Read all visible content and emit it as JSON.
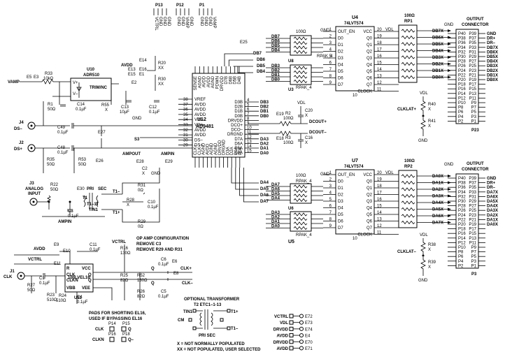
{
  "top_headers": [
    {
      "ref": "P13",
      "pins": [
        "VCTRL",
        "GND",
        "GND",
        "GND"
      ]
    },
    {
      "ref": "P12",
      "pins": [
        "GND",
        "GND",
        "VAMP",
        "GND"
      ]
    },
    {
      "ref": "P1",
      "pins": [
        "GND",
        "GND",
        "GND",
        "VAMP"
      ]
    }
  ],
  "u4": {
    "ref": "U4",
    "part": "74LVT574",
    "left_pins": [
      "OUT_EN",
      "D0",
      "D1",
      "D2",
      "D3",
      "D4",
      "D5",
      "D6",
      "D7"
    ],
    "left_nums": [
      "1",
      "2",
      "3",
      "4",
      "5",
      "6",
      "7",
      "8",
      "9"
    ],
    "right_pins": [
      "VCC",
      "Q0",
      "Q1",
      "Q2",
      "Q3",
      "Q4",
      "Q5",
      "Q6",
      "Q7",
      "CLOCK"
    ],
    "right_nums": [
      "20",
      "19",
      "18",
      "17",
      "16",
      "15",
      "14",
      "13",
      "12",
      "11"
    ],
    "gnd_pin": "10",
    "vdl": "VDL",
    "gnd": "GND",
    "clock_net": "CLKLAT+"
  },
  "u5": {
    "ref": "U5",
    "part": "74LVT574",
    "u7_ref": "U7",
    "left_pins": [
      "OUT_EN",
      "D0",
      "D1",
      "D2",
      "D3",
      "D4",
      "D5",
      "D6",
      "D7"
    ],
    "left_nums": [
      "1",
      "2",
      "3",
      "4",
      "5",
      "6",
      "7",
      "8",
      "9"
    ],
    "right_pins": [
      "VCC",
      "Q0",
      "Q1",
      "Q2",
      "Q3",
      "Q4",
      "Q5",
      "Q6",
      "Q7",
      "CLOCK"
    ],
    "right_nums": [
      "20",
      "19",
      "18",
      "17",
      "16",
      "15",
      "14",
      "13",
      "12",
      "11"
    ],
    "gnd_pin": "10",
    "vdl": "VDL",
    "gnd": "GND",
    "clock_net": "CLKLAT–"
  },
  "rpak_top": {
    "value": "100Ω",
    "ref1": "RPAK_4",
    "ref2": "RPAK_4",
    "u": "U8",
    "u3": "U3",
    "nets": [
      "DB7",
      "DB6",
      "DB5",
      "DB4",
      "DB3",
      "DB2",
      "DB1",
      "DB0"
    ]
  },
  "rpak_bot": {
    "value": "100Ω",
    "ref1": "RPAK_4",
    "ref2": "RPAK_4",
    "u": "U6",
    "nets": [
      "DA7",
      "DA6",
      "DA5",
      "DA4",
      "DA3",
      "DA2",
      "DA1",
      "DA0"
    ]
  },
  "rp1": {
    "ref": "RP1",
    "value": "100Ω",
    "outs": [
      "DB7X",
      "DB6X",
      "DB5X",
      "DB4X",
      "DB3X",
      "DB2X",
      "DB1X",
      "DB0X"
    ]
  },
  "rp2": {
    "ref": "RP2",
    "value": "100Ω",
    "outs": [
      "DA0X",
      "DA1X",
      "DA2X",
      "DA3X",
      "DA4X",
      "DA5X",
      "DA6X",
      "DA7X"
    ]
  },
  "r40": {
    "ref": "R40",
    "value": "X",
    "r41": "R41",
    "r41v": "X",
    "vdl": "VDL",
    "gnd": "GND"
  },
  "r38": {
    "ref": "R38",
    "value": "X",
    "r39": "R39",
    "r39v": "X",
    "vdl": "VDL",
    "gnd": "GND"
  },
  "p23": {
    "ref": "P23",
    "title1": "OUTPUT",
    "title2": "CONNECTOR",
    "left": [
      "P40",
      "P38",
      "P36",
      "P34",
      "P32",
      "P30",
      "P28",
      "P26",
      "P24",
      "P22",
      "P20",
      "P18",
      "P16",
      "P14",
      "P12",
      "P10",
      "P8",
      "P6",
      "P4",
      "P2"
    ],
    "right": [
      "P39",
      "P37",
      "P35",
      "P33",
      "P31",
      "P29",
      "P27",
      "P25",
      "P23",
      "P21",
      "P19",
      "P17",
      "P15",
      "P13",
      "P11",
      "P9",
      "P7",
      "P5",
      "P3",
      "P1"
    ],
    "nets": [
      "GND",
      "DR+",
      "DR–",
      "DB7X",
      "DB6X",
      "DB5X",
      "DB4X",
      "DB3X",
      "DB2X",
      "DB1X",
      "DB0X"
    ],
    "gnd": "GND"
  },
  "p3": {
    "ref": "P3",
    "title1": "OUTPUT",
    "title2": "CONNECTOR",
    "left": [
      "P40",
      "P38",
      "P36",
      "P34",
      "P32",
      "P30",
      "P28",
      "P26",
      "P24",
      "P22",
      "P20",
      "P18",
      "P16",
      "P14",
      "P12",
      "P10",
      "P8",
      "P6",
      "P4",
      "P2"
    ],
    "right": [
      "P39",
      "P37",
      "P35",
      "P33",
      "P31",
      "P29",
      "P27",
      "P25",
      "P23",
      "P21",
      "P19",
      "P17",
      "P15",
      "P13",
      "P11",
      "P9",
      "P7",
      "P5",
      "P3",
      "P1"
    ],
    "nets": [
      "GND",
      "DR+",
      "DR–",
      "DA7X",
      "DA6X",
      "DA5X",
      "DA4X",
      "DA3X",
      "DA2X",
      "DA1X",
      "DA0X"
    ],
    "gnd": "GND"
  },
  "u12": {
    "ref": "U12",
    "part": "AD9481",
    "left_pins": [
      "VREF",
      "AVDD",
      "AVDD",
      "AVDD",
      "VIN–",
      "VIN+",
      "AVDD",
      "AVDD",
      "DS–",
      "DS+"
    ],
    "left_nums": [
      "38",
      "37",
      "36",
      "35",
      "34",
      "33",
      "32",
      "31",
      "30",
      "29"
    ],
    "right_pins": [
      "D3B",
      "D2B",
      "D1B",
      "D0B",
      "DRVDD",
      "DCO+",
      "DCO–",
      "DRGND",
      "D7A",
      "D6A",
      "D5A",
      "D4A"
    ],
    "right_nums": [
      "4",
      "5",
      "6",
      "7",
      "8",
      "9",
      "10",
      "11",
      "12",
      "13",
      "14",
      "15"
    ],
    "top_pins": [
      "SENSE",
      "AGND",
      "AVDD",
      "AVDD",
      "AGND",
      "PDWN",
      "DRVDD",
      "D7B",
      "D6B",
      "D5B",
      "D4B"
    ],
    "bottom_pins": [
      "CLK+",
      "CLK–",
      "AGND",
      "AVDD",
      "AGND",
      "AGND",
      "DRVDD",
      "DRGND",
      "D3A",
      "D2A",
      "D1A",
      "D0A"
    ],
    "dbout": [
      "DB3",
      "DB2",
      "DB1",
      "DB0"
    ],
    "daout": [
      "DA3",
      "DA2",
      "DA1",
      "DA0"
    ]
  },
  "u10": {
    "ref": "U10",
    "part": "ADR510",
    "trim": "TRIM/NC",
    "vp": "V+",
    "vm": "V–"
  },
  "left_labels": {
    "vamp": "VAMP",
    "e5": "E5",
    "e3": "E3",
    "r33": "R33",
    "r33v": "10kΩ",
    "c14": "C14",
    "c14v": "0.1µF",
    "r55": "R55",
    "r55v": "X",
    "avdd": "AVDD",
    "e14": "E14",
    "e13": "E13",
    "e16": "E16",
    "e15": "E15",
    "e1": "E1",
    "e2": "E2",
    "r20": "R20",
    "r20v": "XX",
    "r30": "R30",
    "r30v": "XX",
    "c13": "C13",
    "c13v": "10µF",
    "c12": "C12",
    "c12v": "0.1µF",
    "gnd": "GND",
    "r1": "R1",
    "r1v": "50Ω",
    "j4": "J4",
    "ds_minus": "DS–",
    "c49": "C49",
    "c49v": "0.1µF",
    "s3": "S3",
    "e27": "E27",
    "j2": "J2",
    "ds_plus": "DS+",
    "c48": "C48",
    "c48v": "0.1µF",
    "r35": "R35",
    "r35v": "50Ω",
    "r53": "R53",
    "r53v": "50Ω",
    "e26": "E26",
    "ampout": "AMPOUT",
    "e28": "E28",
    "ampin": "AMPIN",
    "e29": "E29",
    "x": "X",
    "c2": "C2",
    "c2v": "X",
    "j3": "J3",
    "analog_input": "ANALOG",
    "input": "INPUT",
    "r22": "R22",
    "r22v": "50Ω",
    "c3": "C3",
    "c3v": "0.1µF",
    "e30": "E30",
    "pri": "PRI",
    "sec": "SEC",
    "t1": "T1",
    "t1p": "T1–1T",
    "tin1": "TIN1",
    "r31": "R31",
    "r31v": "0Ω",
    "r28": "R28",
    "r28v": "X",
    "r29": "R29",
    "r29v": "0Ω",
    "c10": "C10",
    "c10v": "0.1µF",
    "tminus": "T1–",
    "tplus": "T1+"
  },
  "note1": [
    "OP AMP CONFIGURATION",
    "REMOVE C3",
    "REMOVE R29 AND R31"
  ],
  "u11": {
    "ref": "U11",
    "part": "100LVEL16",
    "avdd": "AVDD",
    "vctrl": "VCTRL",
    "e9": "E9",
    "e10": "E10",
    "e11": "E11",
    "c11": "C11",
    "c11v": "0.1µF",
    "j1": "J1",
    "clk": "CLK",
    "r27": "R27",
    "r27v": "50Ω",
    "c1": "C1",
    "c1v": "0.1µF",
    "r23": "R23",
    "r23v": "510Ω",
    "r24": "R24",
    "r24v": "510Ω",
    "c4": "C4",
    "c4v": "0.1µF",
    "r16": "R16",
    "r16v": "130Ω",
    "r25": "R25",
    "r25v": "82Ω",
    "r52": "R52",
    "r52v": "130Ω",
    "r26": "R26",
    "r26v": "82Ω",
    "c6": "C6",
    "c6v": "0.1µF",
    "c5": "C5",
    "c5v": "0.1µF",
    "e6": "E6",
    "e8": "E8",
    "clkp": "CLK+",
    "clkm": "CLK–",
    "q": "Q",
    "qbar": "Q",
    "pins_left": [
      "R",
      "CLK",
      "CLKN",
      "VBB"
    ],
    "pins_right": [
      "VCC",
      "Q",
      "Q",
      "VEE"
    ]
  },
  "note2": [
    "PADS FOR SHORTING EL16,",
    "USED IF BYPASSING EL16"
  ],
  "pads": {
    "p14": "P14",
    "p15": "P15",
    "p16": "P16",
    "p18": "P18",
    "clk": "CLK",
    "clkn": "CLKN",
    "q": "Q",
    "qn": "Q–"
  },
  "note3": [
    "OPTIONAL TRANSFORMER",
    "T2 ETC1–1-13"
  ],
  "t2": {
    "tin1": "TIN1",
    "cm": "CM",
    "t1p": "T1+",
    "t1m": "T1–",
    "pri_sec": "PRI SEC"
  },
  "legend": [
    "X = NOT NORMALLY POPULATED",
    "XX = NOT POPULATED, USER SELECTED"
  ],
  "r2": {
    "ref": "R2",
    "value": "100Ω",
    "c20": "C20",
    "c20v": "X",
    "e19": "E19",
    "vdl": "VDL",
    "dcoplus": "DCOUT+"
  },
  "r3": {
    "ref": "R3",
    "value": "100Ω",
    "c16": "C16",
    "c16v": "X",
    "e18": "E18",
    "dcominus": "DCOUT–"
  },
  "u12_misc": {
    "e25": "E25",
    "db7": "DB7",
    "db6": "DB6",
    "db5": "DB5",
    "db4": "DB4",
    "da4": "DA4",
    "da5": "DA5",
    "da6": "DA6",
    "da7": "DA7"
  },
  "bottom_test": [
    {
      "net": "VCTRL",
      "e": "E72"
    },
    {
      "net": "VDL",
      "e": "E73"
    },
    {
      "net": "DRVDD",
      "e": "E74"
    },
    {
      "net": "AVDD",
      "e": "E4"
    },
    {
      "net": "DRVDD",
      "e": "E70"
    },
    {
      "net": "AVDD",
      "e": "E71"
    }
  ]
}
